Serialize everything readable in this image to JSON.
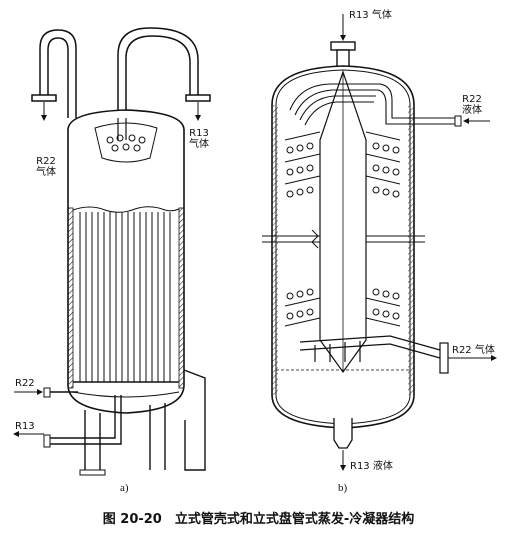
{
  "figure": {
    "caption": "图 20-20　立式管壳式和立式盘管式蒸发-冷凝器结构",
    "panel_a": {
      "sublabel": "a)",
      "labels": {
        "r22_gas_top": "R22\n气体",
        "r13_gas_top": "R13\n气体",
        "r22_inlet": "R22",
        "r13_outlet": "R13"
      }
    },
    "panel_b": {
      "sublabel": "b)",
      "labels": {
        "r13_gas_top": "R13 气体",
        "r22_liquid": "R22\n液体",
        "r22_gas_side": "R22 气体",
        "r13_liquid_bottom": "R13 液体"
      }
    }
  }
}
